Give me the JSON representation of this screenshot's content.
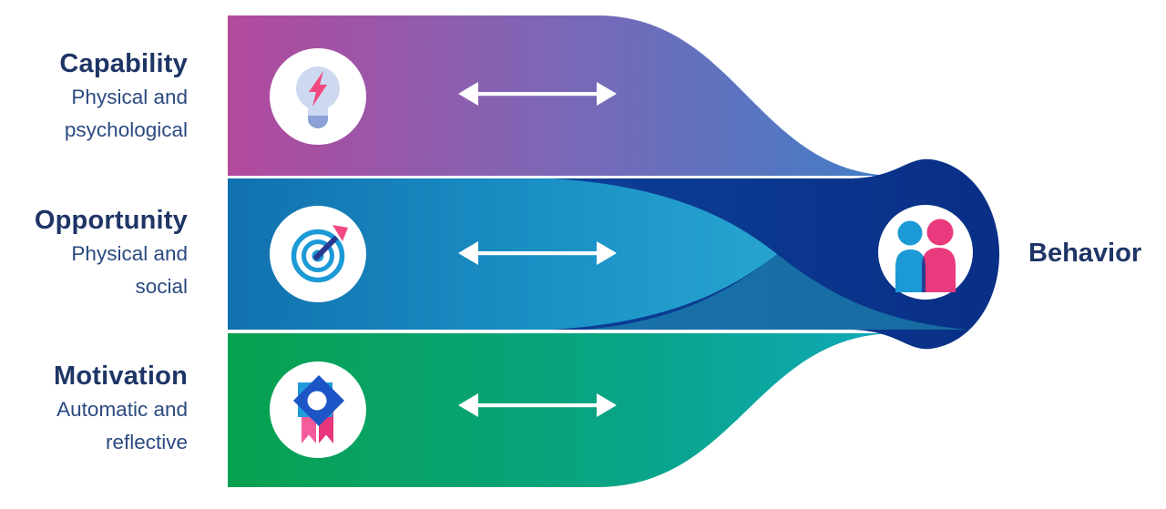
{
  "rows": [
    {
      "title": "Capability",
      "subtitle": [
        "Physical and",
        "psychological"
      ],
      "icon": "lightbulb-icon",
      "band_gradient": {
        "start": "#b3499d",
        "mid": "#7a68b7",
        "end": "#3f7fc7"
      }
    },
    {
      "title": "Opportunity",
      "subtitle": [
        "Physical and",
        "social"
      ],
      "icon": "target-icon",
      "band_gradient": {
        "start": "#1171ae",
        "mid": "#1a8fc4",
        "end": "#27a5d0"
      }
    },
    {
      "title": "Motivation",
      "subtitle": [
        "Automatic and",
        "reflective"
      ],
      "icon": "award-icon",
      "band_gradient": {
        "start": "#07a14f",
        "mid": "#09a487",
        "end": "#10a9bb"
      }
    }
  ],
  "outcome": {
    "title": "Behavior",
    "icon": "people-icon"
  },
  "arrow": {
    "style": "double-headed",
    "color": "#ffffff"
  },
  "colors": {
    "text_title": "#1e3566",
    "text_subtitle": "#2b4a80",
    "merge_navy_start": "#0c3f98",
    "merge_navy_end": "#092f86",
    "overlap_teal": "#27b3c0",
    "icon_circle": "#ffffff",
    "bulb_glass": "#ccd9f0",
    "bulb_base": "#8ba0d4",
    "bolt_pink": "#f1487f",
    "target_blue": "#1b9ad6",
    "dart_navy": "#27398f",
    "dart_pink": "#f1487f",
    "badge_light_blue": "#209cdb",
    "badge_royal_blue": "#1b55c6",
    "ribbon_pink_light": "#f55c9b",
    "ribbon_pink_dark": "#e8357c",
    "person_blue": "#1b9ad6",
    "person_pink": "#e83a7c",
    "person_overlap": "#2b3d92"
  }
}
